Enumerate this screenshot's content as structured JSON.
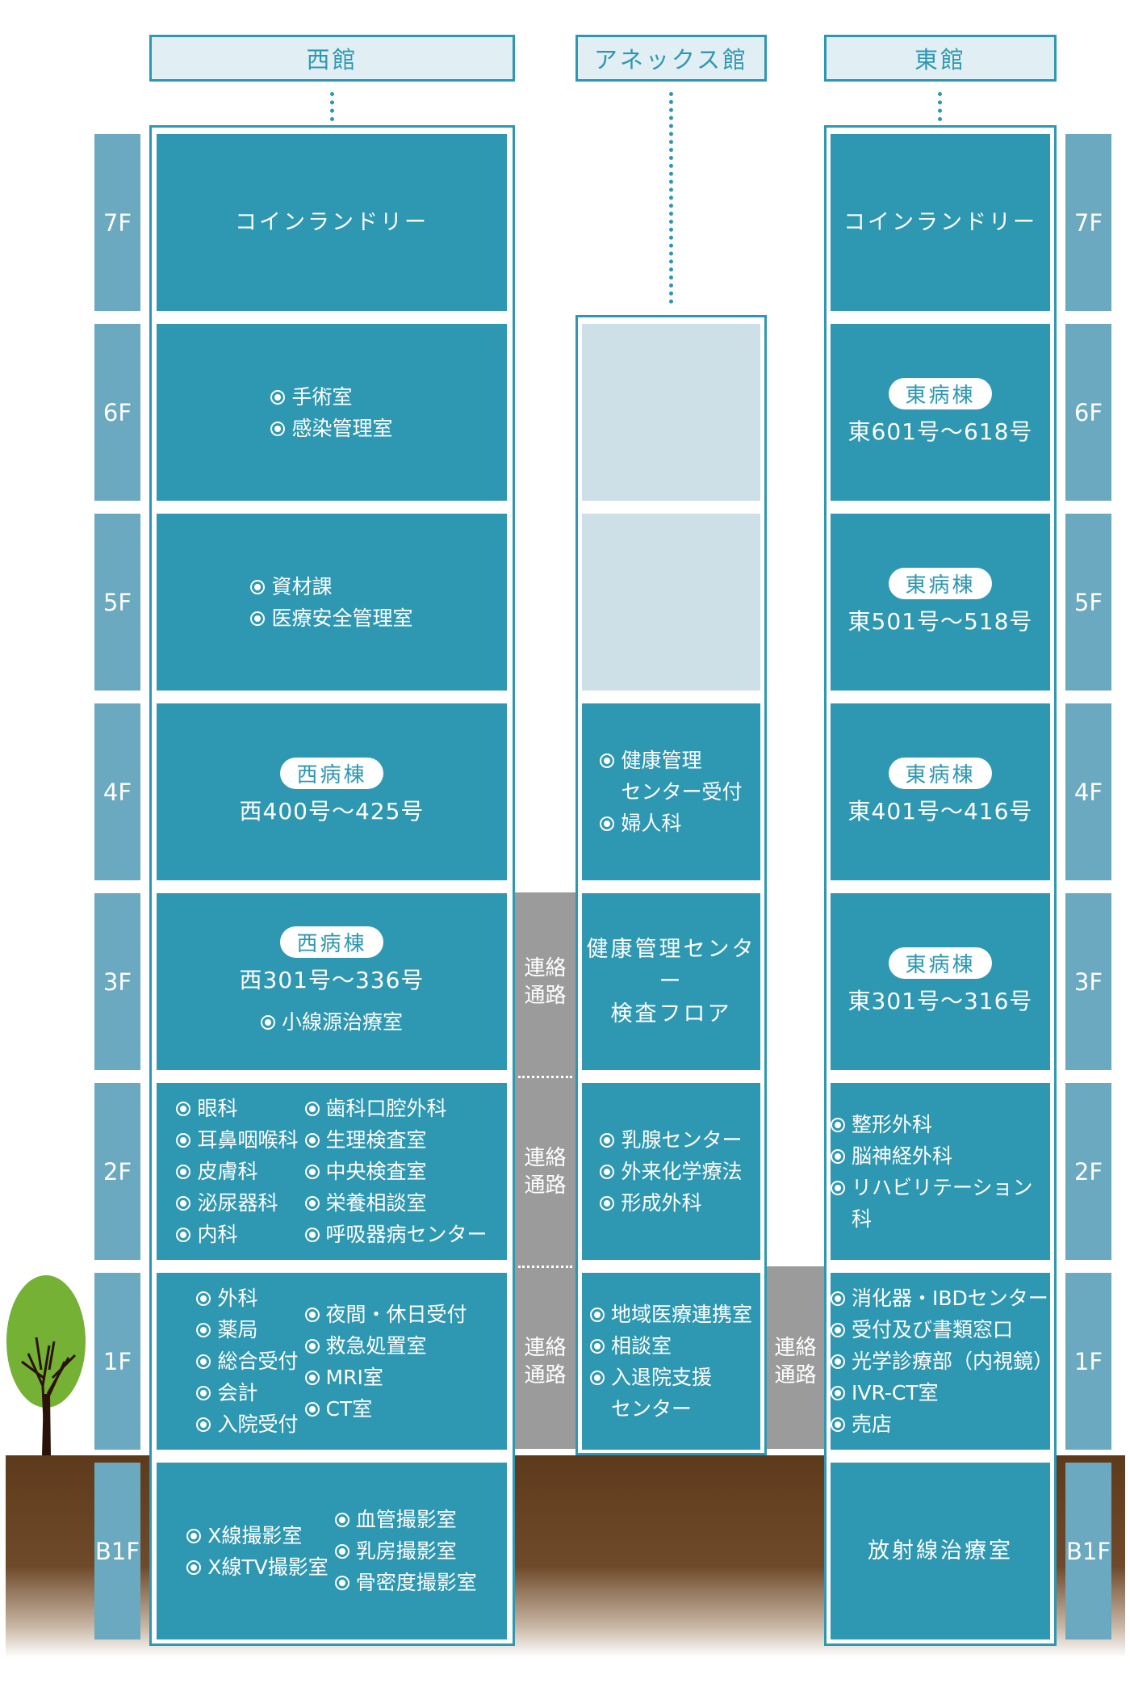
{
  "headers": {
    "west": "西館",
    "annex": "アネックス館",
    "east": "東館"
  },
  "floors": [
    "7F",
    "6F",
    "5F",
    "4F",
    "3F",
    "2F",
    "1F",
    "B1F"
  ],
  "corridor_label": "連絡\n通路",
  "west": [
    {
      "type": "title",
      "text": "コインランドリー"
    },
    {
      "type": "list",
      "cols": [
        [
          "手術室",
          "感染管理室"
        ]
      ]
    },
    {
      "type": "list",
      "cols": [
        [
          "資材課",
          "医療安全管理室"
        ]
      ]
    },
    {
      "type": "ward",
      "badge": "西病棟",
      "range": "西400号～425号",
      "items": []
    },
    {
      "type": "ward",
      "badge": "西病棟",
      "range": "西301号～336号",
      "items": [
        "小線源治療室"
      ]
    },
    {
      "type": "list",
      "cols": [
        [
          "眼科",
          "耳鼻咽喉科",
          "皮膚科",
          "泌尿器科",
          "内科"
        ],
        [
          "歯科口腔外科",
          "生理検査室",
          "中央検査室",
          "栄養相談室",
          "呼吸器病センター"
        ]
      ]
    },
    {
      "type": "list",
      "cols": [
        [
          "外科",
          "薬局",
          "総合受付",
          "会計",
          "入院受付"
        ],
        [
          "夜間・休日受付",
          "救急処置室",
          "MRI室",
          "CT室"
        ]
      ]
    },
    {
      "type": "list",
      "cols": [
        [
          "X線撮影室",
          "X線TV撮影室"
        ],
        [
          "血管撮影室",
          "乳房撮影室",
          "骨密度撮影室"
        ]
      ]
    }
  ],
  "annex": [
    null,
    {
      "type": "empty"
    },
    {
      "type": "empty"
    },
    {
      "type": "list",
      "cols": [
        [
          "健康管理\nセンター受付",
          "婦人科"
        ]
      ]
    },
    {
      "type": "title",
      "text": "健康管理センター\n検査フロア"
    },
    {
      "type": "list",
      "cols": [
        [
          "乳腺センター",
          "外来化学療法",
          "形成外科"
        ]
      ]
    },
    {
      "type": "list",
      "cols": [
        [
          "地域医療連携室",
          "相談室",
          "入退院支援\nセンター"
        ]
      ]
    },
    null
  ],
  "east": [
    {
      "type": "title",
      "text": "コインランドリー"
    },
    {
      "type": "ward",
      "badge": "東病棟",
      "range": "東601号～618号",
      "items": []
    },
    {
      "type": "ward",
      "badge": "東病棟",
      "range": "東501号～518号",
      "items": []
    },
    {
      "type": "ward",
      "badge": "東病棟",
      "range": "東401号～416号",
      "items": []
    },
    {
      "type": "ward",
      "badge": "東病棟",
      "range": "東301号～316号",
      "items": []
    },
    {
      "type": "list",
      "cols": [
        [
          "整形外科",
          "脳神経外科",
          "リハビリテーション科"
        ]
      ]
    },
    {
      "type": "list",
      "cols": [
        [
          "消化器・IBDセンター",
          "受付及び書類窓口",
          "光学診療部（内視鏡）",
          "IVR-CT室",
          "売店"
        ]
      ]
    },
    {
      "type": "title",
      "text": "放射線治療室"
    }
  ],
  "colors": {
    "building": "#2e97b2",
    "floor_label": "#6aa9bf",
    "corridor": "#9b9b9b",
    "ground": "#5e3a1c",
    "tree": "#74b134"
  }
}
